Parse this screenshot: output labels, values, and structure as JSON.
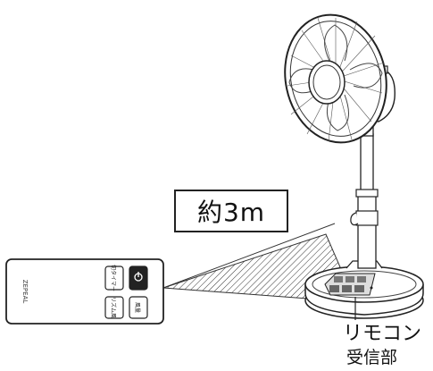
{
  "distance_label": "約3m",
  "receiver_label": {
    "line1": "リモコン",
    "line2": "受信部"
  },
  "remote": {
    "brand": "ZEPEAL",
    "buttons": [
      {
        "name": "timer-button",
        "label": "切タイマー"
      },
      {
        "name": "power-button",
        "label": "⏻"
      },
      {
        "name": "rhythm-button",
        "label": "リズム風"
      },
      {
        "name": "airflow-button",
        "label": "風量"
      }
    ]
  }
}
